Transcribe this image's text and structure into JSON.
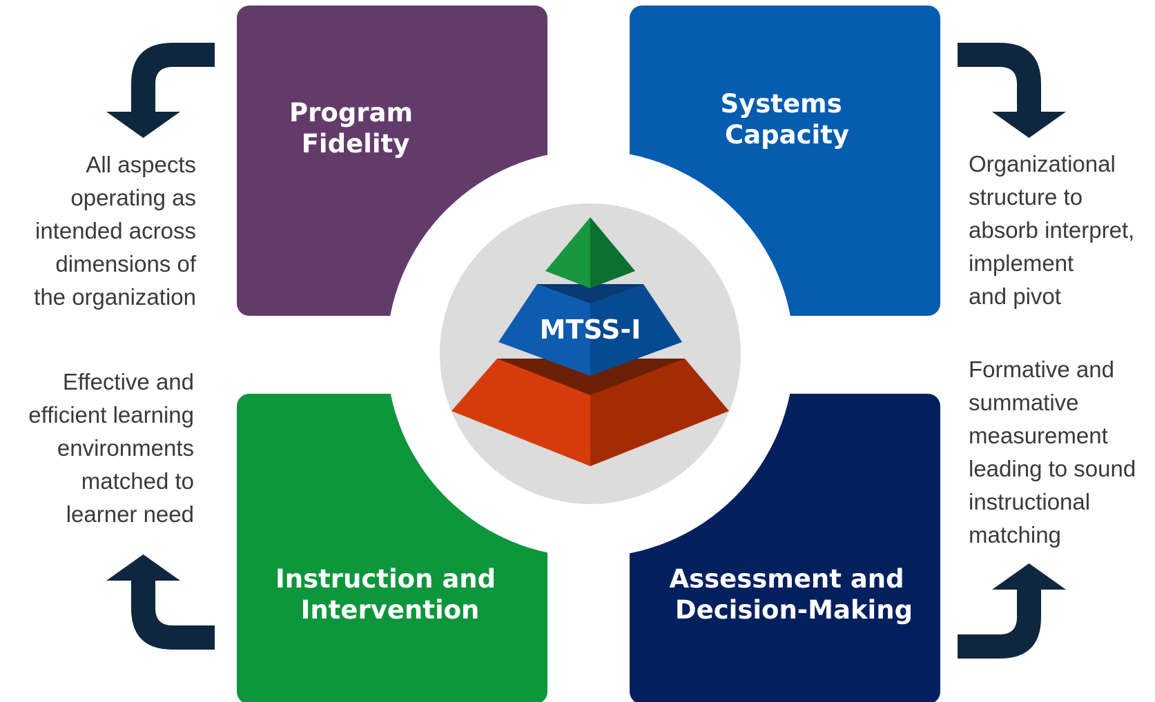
{
  "colors": {
    "program_fidelity": "#633b6b",
    "systems_capacity": "#065caf",
    "instruction_intervention": "#0d963c",
    "assessment_decision": "#03205e",
    "arrow": "#0f2640",
    "center_circle": "#dcdcdc",
    "pyramid_top_light": "#199640",
    "pyramid_top_dark": "#0b7030",
    "pyramid_mid_light": "#0e5cb0",
    "pyramid_mid_dark": "#064a91",
    "pyramid_bottom_light": "#d63c0a",
    "pyramid_bottom_dark": "#a52b05",
    "text": "#3a3a3a"
  },
  "center": {
    "label": "MTSS-I",
    "icon": "pyramid-icon"
  },
  "quadrants": {
    "program_fidelity": {
      "title_lines": [
        "Program",
        "Fidelity"
      ],
      "description_lines": [
        "All aspects",
        "operating as",
        "intended across",
        "dimensions of",
        "the organization"
      ]
    },
    "systems_capacity": {
      "title_lines": [
        "Systems",
        "Capacity"
      ],
      "description_lines": [
        "Organizational",
        "structure to",
        "absorb interpret,",
        "implement",
        "and pivot"
      ]
    },
    "instruction_intervention": {
      "title_lines": [
        "Instruction and",
        "Intervention"
      ],
      "description_lines": [
        "Effective and",
        "efficient learning",
        "environments",
        "matched to",
        "learner need"
      ]
    },
    "assessment_decision": {
      "title_lines": [
        "Assessment and",
        "Decision-Making"
      ],
      "description_lines": [
        "Formative and",
        "summative",
        "measurement",
        "leading to sound",
        "instructional",
        "matching"
      ]
    }
  },
  "arrows": [
    {
      "name": "top-left-arrow",
      "direction": "down"
    },
    {
      "name": "top-right-arrow",
      "direction": "down"
    },
    {
      "name": "bottom-left-arrow",
      "direction": "up"
    },
    {
      "name": "bottom-right-arrow",
      "direction": "up"
    }
  ]
}
